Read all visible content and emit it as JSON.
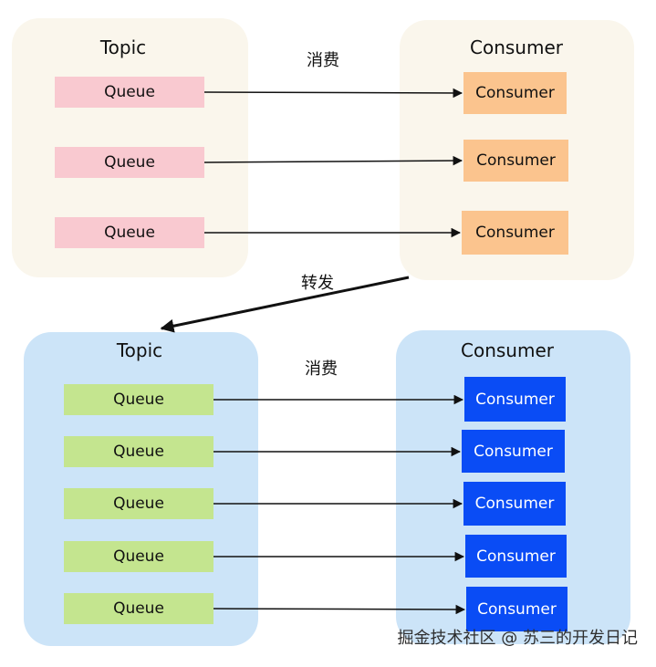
{
  "top_group": {
    "topic_title": "Topic",
    "consumer_title": "Consumer",
    "edge_label": "消费",
    "queues": [
      "Queue",
      "Queue",
      "Queue"
    ],
    "consumers": [
      "Consumer",
      "Consumer",
      "Consumer"
    ]
  },
  "transfer_label": "转发",
  "bottom_group": {
    "topic_title": "Topic",
    "consumer_title": "Consumer",
    "edge_label": "消费",
    "queues": [
      "Queue",
      "Queue",
      "Queue",
      "Queue",
      "Queue"
    ],
    "consumers": [
      "Consumer",
      "Consumer",
      "Consumer",
      "Consumer",
      "Consumer"
    ]
  },
  "watermark": "掘金技术社区 @ 苏三的开发日记"
}
